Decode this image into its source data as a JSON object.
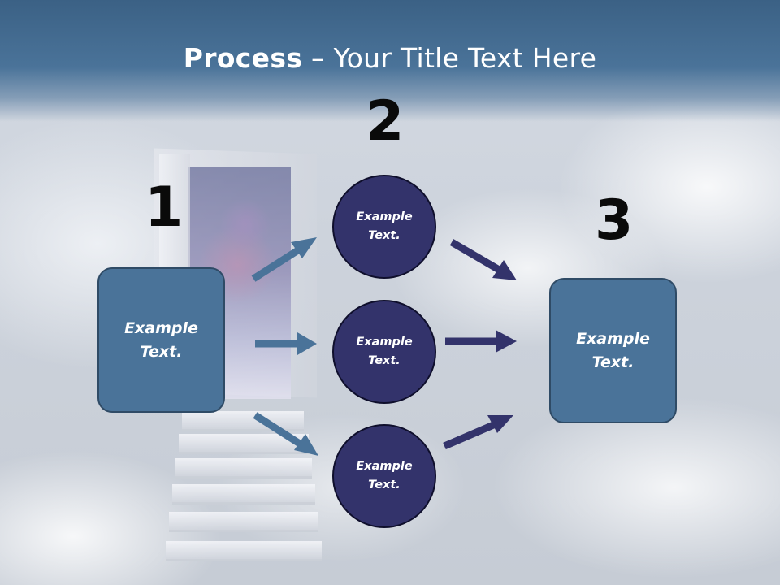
{
  "title": {
    "bold": "Process",
    "rest": " – Your Title Text Here"
  },
  "steps": {
    "n1": "1",
    "n2": "2",
    "n3": "3"
  },
  "left_box": {
    "text": "Example Text."
  },
  "right_box": {
    "text": "Example Text."
  },
  "circles": [
    {
      "text": "Example Text."
    },
    {
      "text": "Example Text."
    },
    {
      "text": "Example Text."
    }
  ],
  "colors": {
    "box_fill": "#4a7399",
    "circle_fill": "#33336b",
    "arrow_left": "#4a7399",
    "arrow_right": "#33336b",
    "title_band": "#3b6185"
  }
}
